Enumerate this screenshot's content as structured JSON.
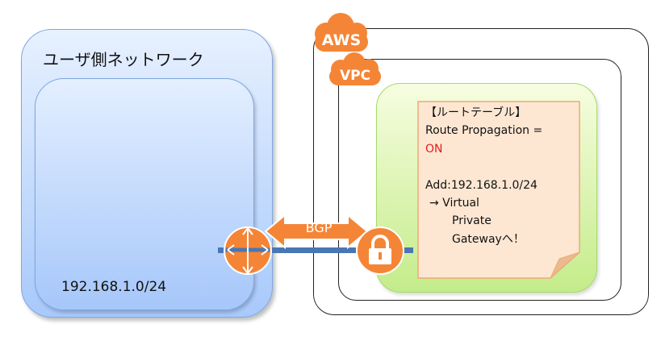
{
  "user_network": {
    "title": "ユーザ側ネットワーク",
    "subnet": "192.168.1.0/24"
  },
  "aws": {
    "label": "AWS"
  },
  "vpc": {
    "label": "VPC"
  },
  "connection": {
    "label": "BGP"
  },
  "route_table": {
    "lines": [
      "【ルートテーブル】",
      "Route Propagation =",
      "ON",
      "",
      "Add:192.168.1.0/24",
      "→ Virtual",
      "Private",
      "Gatewayへ！"
    ]
  },
  "colors": {
    "aws_orange": "#f58536",
    "user_blue": "#a8c9fb",
    "subnet_green": "#c4ec8a",
    "note_fill": "#fde7d3",
    "link_blue": "#4a77b4",
    "on_red": "#e02020"
  },
  "icons": {
    "customer_gateway": "router-icon",
    "virtual_private_gateway": "lock-icon",
    "link": "double-arrow-icon"
  }
}
